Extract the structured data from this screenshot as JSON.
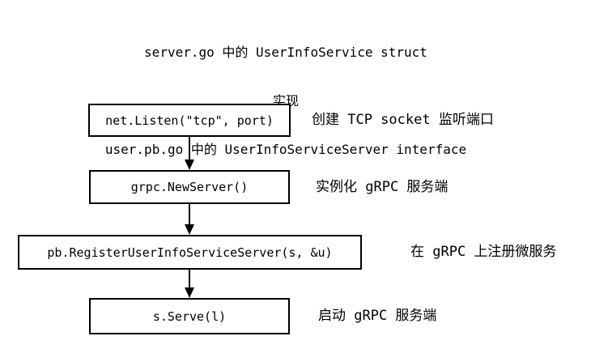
{
  "diagram": {
    "title_lines": [
      "server.go 中的 UserInfoService struct",
      "实现",
      "user.pb.go 中的 UserInfoServiceServer interface"
    ],
    "steps": [
      {
        "code": "net.Listen(\"tcp\", port)",
        "label": "创建 TCP socket 监听端口"
      },
      {
        "code": "grpc.NewServer()",
        "label": "实例化 gRPC 服务端"
      },
      {
        "code": "pb.RegisterUserInfoServiceServer(s, &u)",
        "label": "在 gRPC 上注册微服务"
      },
      {
        "code": "s.Serve(l)",
        "label": "启动 gRPC 服务端"
      }
    ],
    "colors": {
      "background": "#ffffff",
      "stroke": "#000000",
      "text": "#000000"
    }
  }
}
